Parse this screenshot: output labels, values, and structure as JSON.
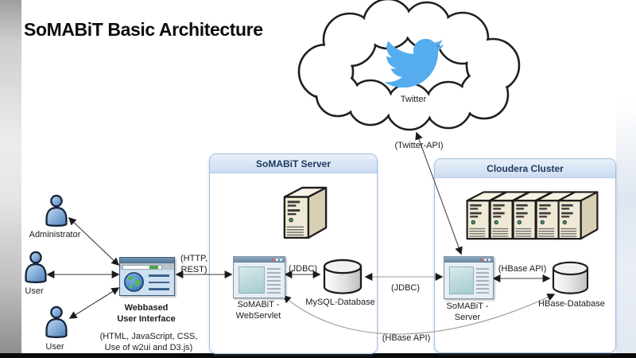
{
  "title": "SoMABiT Basic Architecture",
  "cloud": {
    "label": "Twitter"
  },
  "left_group": {
    "administrator_label": "Administrator",
    "user_top_label": "User",
    "user_bottom_label": "User",
    "web_ui_title": [
      "Webbased",
      "User Interface"
    ],
    "web_ui_tech": [
      "(HTML, JavaScript, CSS,",
      "Use of w2ui and D3.js)"
    ]
  },
  "connections": {
    "twitter_api": "(Twitter-API)",
    "http_rest": [
      "(HTTP,",
      "REST)"
    ],
    "jdbc_inner": "(JDBC)",
    "jdbc_outer": "(JDBC)",
    "hbase_api_top": "(HBase API)",
    "hbase_api_bottom": "(HBase API)"
  },
  "somabit_server_panel": {
    "header": "SoMABiT Server",
    "webservlet_label": [
      "SoMABiT -",
      "WebServlet"
    ],
    "mysql_label": "MySQL-Database"
  },
  "cloudera_panel": {
    "header": "Cloudera Cluster",
    "server_label": [
      "SoMABiT -",
      "Server"
    ],
    "hbase_label": "HBase-Database"
  },
  "colors": {
    "twitter_blue": "#55acee",
    "panel_header_text": "#1f3a60",
    "panel_border": "#a3c0de",
    "person_blue": "#6f9ed7",
    "server_beige": "#f0e9d5"
  }
}
